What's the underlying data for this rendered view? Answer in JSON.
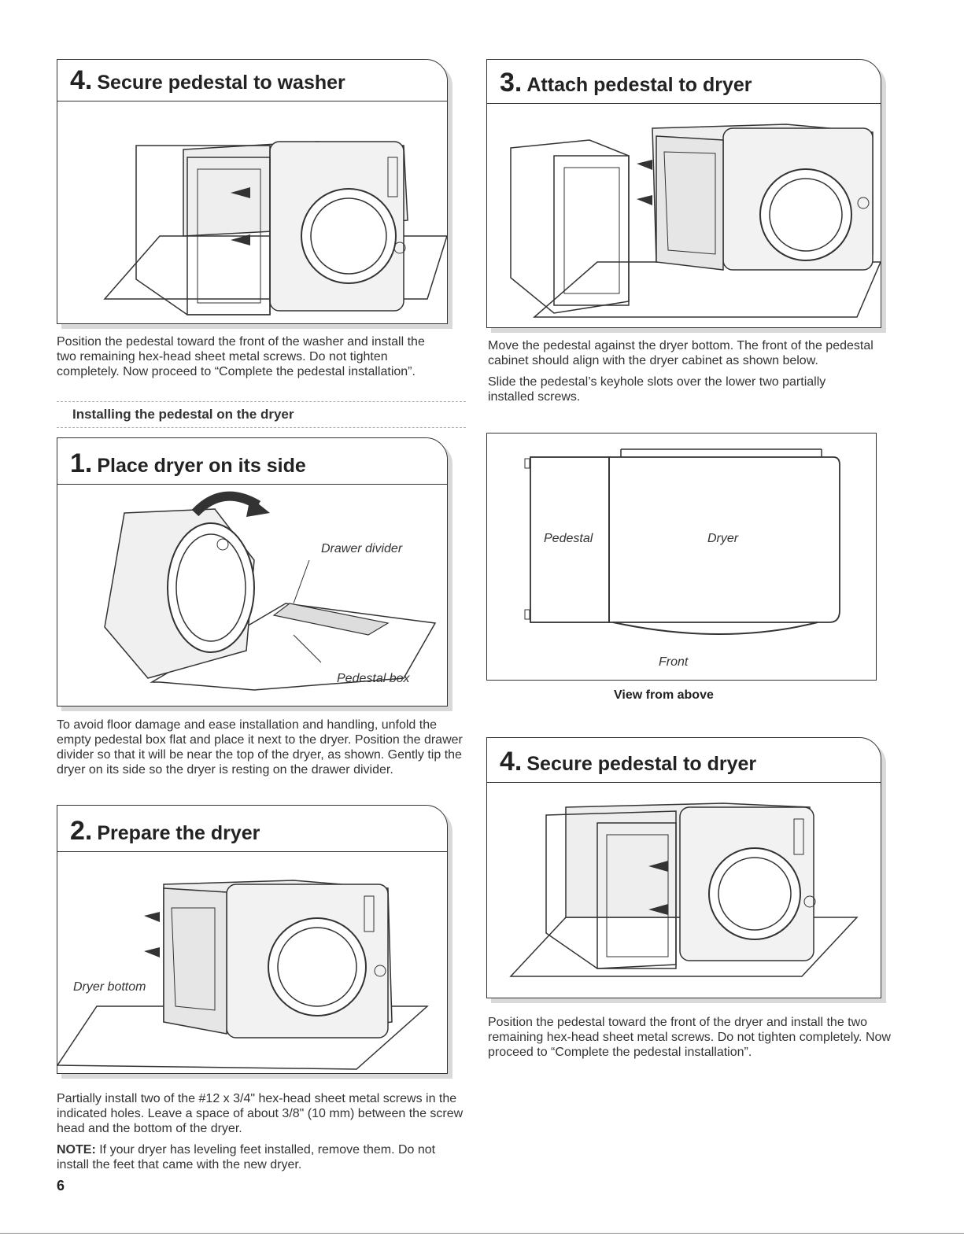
{
  "left": {
    "step4": {
      "num": "4.",
      "title": "Secure pedestal to washer",
      "text": "Position the pedestal toward the front of the washer and install the two remaining hex-head sheet metal screws. Do not tighten completely. Now proceed to “Complete the pedestal installation”."
    },
    "subheading": "Installing the pedestal on the dryer",
    "step1": {
      "num": "1.",
      "title": "Place dryer on its side",
      "callout_drawer": "Drawer divider",
      "callout_box": "Pedestal box",
      "text": "To avoid floor damage and ease installation and handling, unfold the empty pedestal box flat and place it next to the dryer. Position the drawer divider so that it will be near the top of the dryer, as shown. Gently tip the dryer on its side so the dryer is resting on the drawer divider."
    },
    "step2": {
      "num": "2.",
      "title": "Prepare the dryer",
      "callout_bottom": "Dryer bottom",
      "text": "Partially install two of the #12 x 3/4\" hex-head sheet metal screws in the indicated holes. Leave a space of about 3/8\" (10 mm) between the screw head and the bottom of the dryer.",
      "note_label": "NOTE:",
      "note_text": " If your dryer has leveling feet installed, remove them. Do not install the feet that came with the new dryer."
    },
    "page_number": "6"
  },
  "right": {
    "step3": {
      "num": "3.",
      "title": "Attach pedestal to dryer",
      "text1": "Move the pedestal against the dryer bottom. The front of the pedestal cabinet should align with the dryer cabinet as shown below.",
      "text2": "Slide the pedestal’s keyhole slots over the lower two partially installed screws."
    },
    "view": {
      "pedestal": "Pedestal",
      "dryer": "Dryer",
      "front": "Front",
      "caption": "View from above"
    },
    "step4": {
      "num": "4.",
      "title": "Secure pedestal to dryer",
      "text": "Position the pedestal toward the front of the dryer and install the two remaining hex-head sheet metal screws. Do not tighten completely. Now proceed to “Complete the pedestal installation”."
    }
  }
}
